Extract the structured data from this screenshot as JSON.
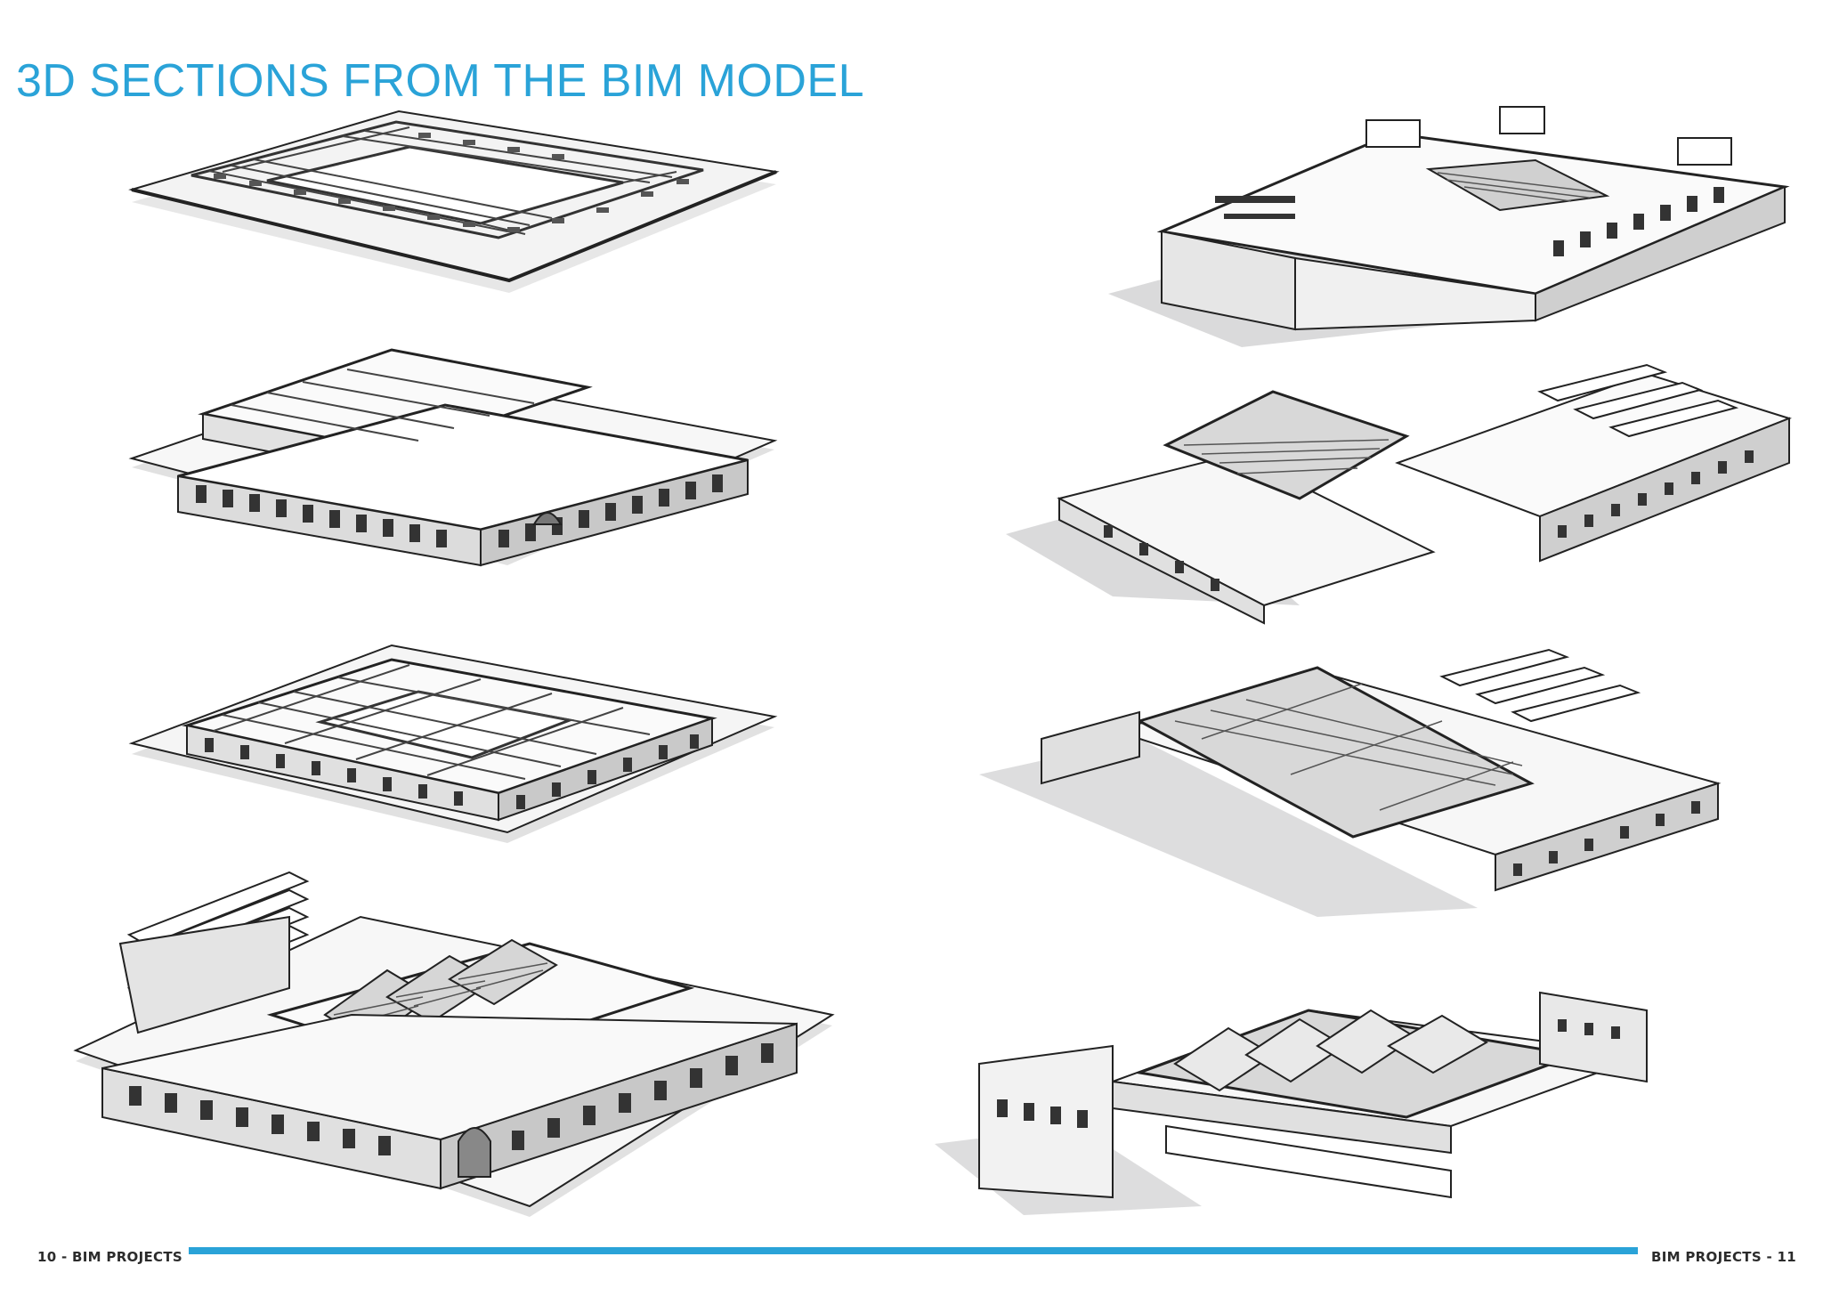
{
  "page": {
    "title": "3D SECTIONS FROM THE BIM MODEL",
    "footer_left": "10 - BIM PROJECTS",
    "footer_right": "BIM PROJECTS - 11",
    "accent_color": "#2aa3d8"
  },
  "figures": [
    {
      "id": "left-1",
      "image": "isometric-section-model"
    },
    {
      "id": "left-2",
      "image": "isometric-section-model"
    },
    {
      "id": "left-3",
      "image": "isometric-section-model"
    },
    {
      "id": "left-4",
      "image": "isometric-section-model"
    },
    {
      "id": "right-1",
      "image": "isometric-section-model"
    },
    {
      "id": "right-2",
      "image": "isometric-section-model"
    },
    {
      "id": "right-3",
      "image": "isometric-section-model"
    },
    {
      "id": "right-4",
      "image": "isometric-section-model"
    }
  ]
}
